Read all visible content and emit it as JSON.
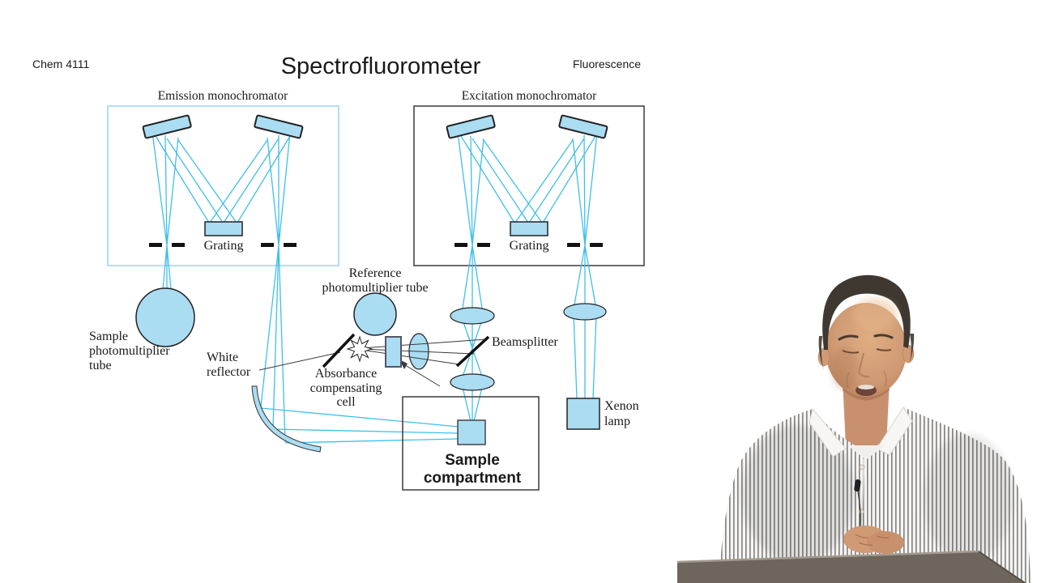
{
  "header": {
    "course": "Chem 4111",
    "title": "Spectrofluorometer",
    "topic": "Fluorescence"
  },
  "diagram": {
    "emission_monochromator_label": "Emission monochromator",
    "excitation_monochromator_label": "Excitation monochromator",
    "emission_grating_label": "Grating",
    "excitation_grating_label": "Grating",
    "sample_pmt": {
      "line1": "Sample",
      "line2": "photomultiplier",
      "line3": "tube"
    },
    "reference_pmt": {
      "line1": "Reference",
      "line2": "photomultiplier tube"
    },
    "white_reflector": {
      "line1": "White",
      "line2": "reflector"
    },
    "absorbance_cell": {
      "line1": "Absorbance",
      "line2": "compensating",
      "line3": "cell"
    },
    "beamsplitter_label": "Beamsplitter",
    "xenon_lamp": {
      "line1": "Xenon",
      "line2": "lamp"
    },
    "sample_compartment": {
      "line1": "Sample",
      "line2": "compartment"
    }
  },
  "colors": {
    "title_blue": "#2b2bd0",
    "diagram_fill": "#aadcf2",
    "ray_cyan": "#3fbfe8",
    "emission_box_border": "#96d6ef",
    "excitation_box_border": "#3a3a3a",
    "ink": "#1a1a1a",
    "laptop_gray": "#6e665d",
    "skin": "#cf9a74",
    "hair": "#3e3831",
    "shirt_stripe": "#6b6b6b"
  }
}
